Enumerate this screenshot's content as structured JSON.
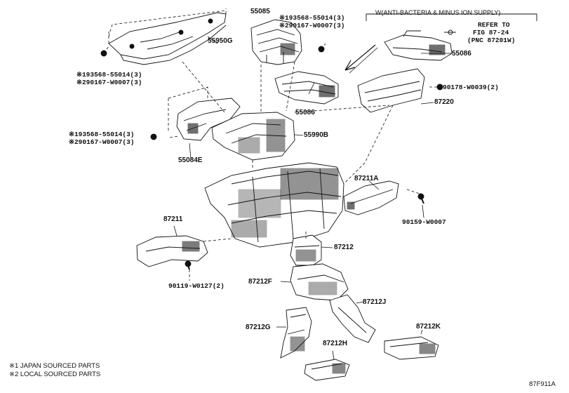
{
  "labels": {
    "p55085": "55085",
    "p55950g": "55950G",
    "p55086_top": "55086",
    "p55086_mid": "55086",
    "p55990b": "55990B",
    "p55084e": "55084E",
    "p87220": "87220",
    "p90178": "90178-W0039(2)",
    "p87211a": "87211A",
    "p90159": "90159-W0007",
    "p87211": "87211",
    "p90119": "90119-W0127(2)",
    "p87212": "87212",
    "p87212f": "87212F",
    "p87212j": "87212J",
    "p87212g": "87212G",
    "p87212k": "87212K",
    "p87212h": "87212H",
    "anti_bacteria": "W(ANTI-BACTERIA & MINUS ION SUPPLY)",
    "refer_1": "REFER TO",
    "refer_2": "FIG 87-24",
    "refer_3": "(PNC 87201W)"
  },
  "screw_notes": {
    "top_right_1": "※193568-55014(3)",
    "top_right_2": "※290167-W0007(3)",
    "left_upper_1": "※193568-55014(3)",
    "left_upper_2": "※290167-W0007(3)",
    "left_lower_1": "※193568-55014(3)",
    "left_lower_2": "※290167-W0007(3)"
  },
  "footnotes": {
    "note1": "※1 JAPAN SOURCED PARTS",
    "note2": "※2 LOCAL SOURCED PARTS"
  },
  "figure_code": "87F911A",
  "colors": {
    "line": "#111111",
    "background": "#ffffff"
  }
}
